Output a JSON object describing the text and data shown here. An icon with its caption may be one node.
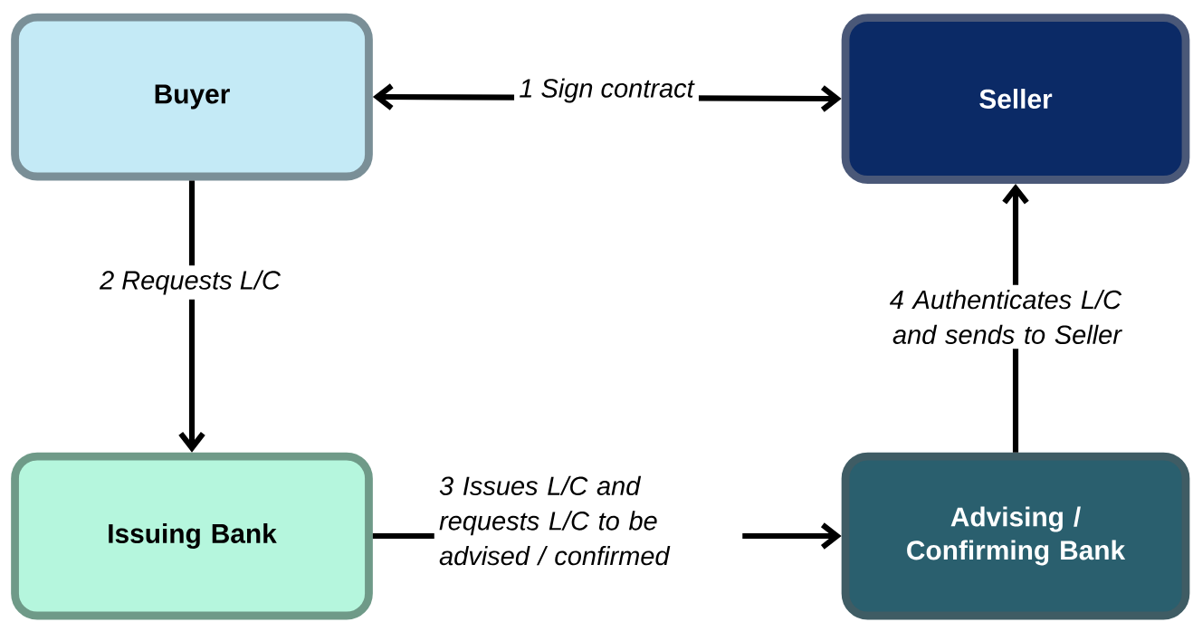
{
  "diagram": {
    "nodes": [
      {
        "text": [
          "Buyer"
        ]
      },
      {
        "text": [
          "Seller"
        ]
      },
      {
        "text": [
          "Issuing Bank"
        ]
      },
      {
        "text": [
          "Advising / Confirming Bank"
        ]
      }
    ],
    "edges": [
      {
        "from": 0,
        "to": 1,
        "arrow": "both",
        "label": "1 Sign contract"
      },
      {
        "from": 0,
        "to": 2,
        "arrow": "to",
        "label": "2 Requests L/C"
      },
      {
        "from": 2,
        "to": 3,
        "arrow": "to",
        "label": "3 Issues L/C and requests L/C to be advised / confirmed"
      },
      {
        "from": 3,
        "to": 1,
        "arrow": "to",
        "label": "4 Authenticates L/C and sends to Seller"
      }
    ]
  }
}
